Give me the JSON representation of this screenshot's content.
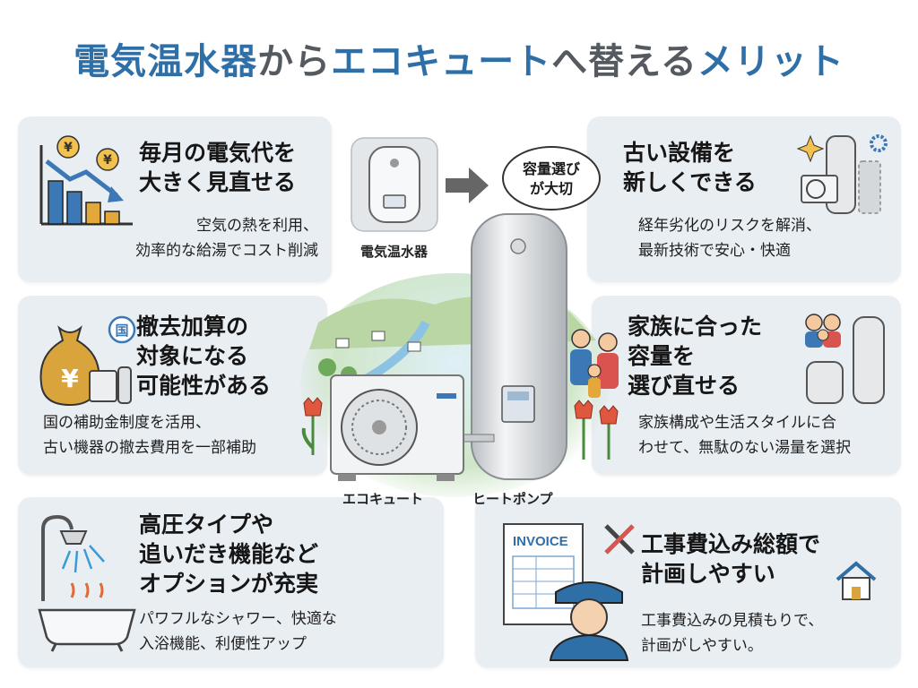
{
  "title": {
    "part1": "電気温水器",
    "part2": "から",
    "part3": "エコキュート",
    "part4": "へ替える",
    "part5": "メリット"
  },
  "center": {
    "water_heater_label": "電気温水器",
    "bubble_line1": "容量選び",
    "bubble_line2": "が大切",
    "ecocute_label": "エコキュート",
    "heatpump_label": "ヒートポンプ"
  },
  "cards": {
    "electricity": {
      "heading1": "毎月の電気代を",
      "heading2": "大きく見直せる",
      "text1": "空気の熱を利用、",
      "text2": "効率的な給湯でコスト削減",
      "coin_symbol": "¥"
    },
    "old_equipment": {
      "heading1": "古い設備を",
      "heading2": "新しくできる",
      "text1": "経年劣化のリスクを解消、",
      "text2": "最新技術で安心・快適"
    },
    "subsidy": {
      "heading1": "撤去加算の",
      "heading2": "対象になる",
      "heading3": "可能性がある",
      "text1": "国の補助金制度を活用、",
      "text2": "古い機器の撤去費用を一部補助",
      "badge": "国",
      "bag_symbol": "¥"
    },
    "family": {
      "heading1": "家族に合った",
      "heading2": "容量を",
      "heading3": "選び直せる",
      "text1": "家族構成や生活スタイルに合",
      "text2": "わせて、無駄のない湯量を選択"
    },
    "options": {
      "heading1": "高圧タイプや",
      "heading2": "追いだき機能など",
      "heading3": "オプションが充実",
      "text1": "パワフルなシャワー、快適な",
      "text2": "入浴機能、利便性アップ"
    },
    "construction": {
      "heading1": "工事費込み総額で",
      "heading2": "計画しやすい",
      "text1": "工事費込みの見積もりで、",
      "text2": "計画がしやすい。",
      "invoice_label": "INVOICE"
    }
  },
  "colors": {
    "title_blue": "#2f6fa8",
    "title_gray": "#555a60",
    "card_bg": "#e9eef3"
  }
}
